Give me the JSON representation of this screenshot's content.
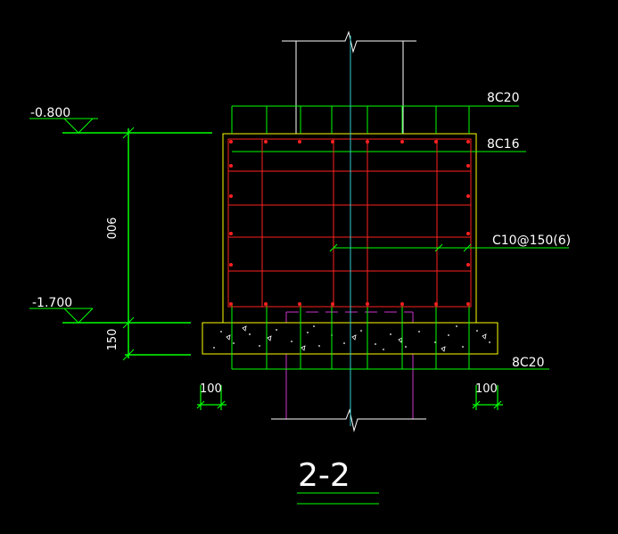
{
  "drawing": {
    "section_title": "2-2",
    "levels": {
      "top": "-0.800",
      "bottom": "-1.700"
    },
    "dimensions": {
      "height_main": "900",
      "height_cushion": "150",
      "offset_left": "100",
      "offset_right": "100"
    },
    "rebar_labels": {
      "top_bars": "8C20",
      "side_bars": "8C16",
      "stirrups": "C10@150(6)",
      "bottom_bars": "8C20"
    }
  },
  "colors": {
    "background": "#000000",
    "green": "#00ff00",
    "red": "#ff2020",
    "yellow": "#ffff00",
    "magenta": "#cc33cc",
    "cyan": "#33cccc",
    "white": "#ffffff"
  }
}
